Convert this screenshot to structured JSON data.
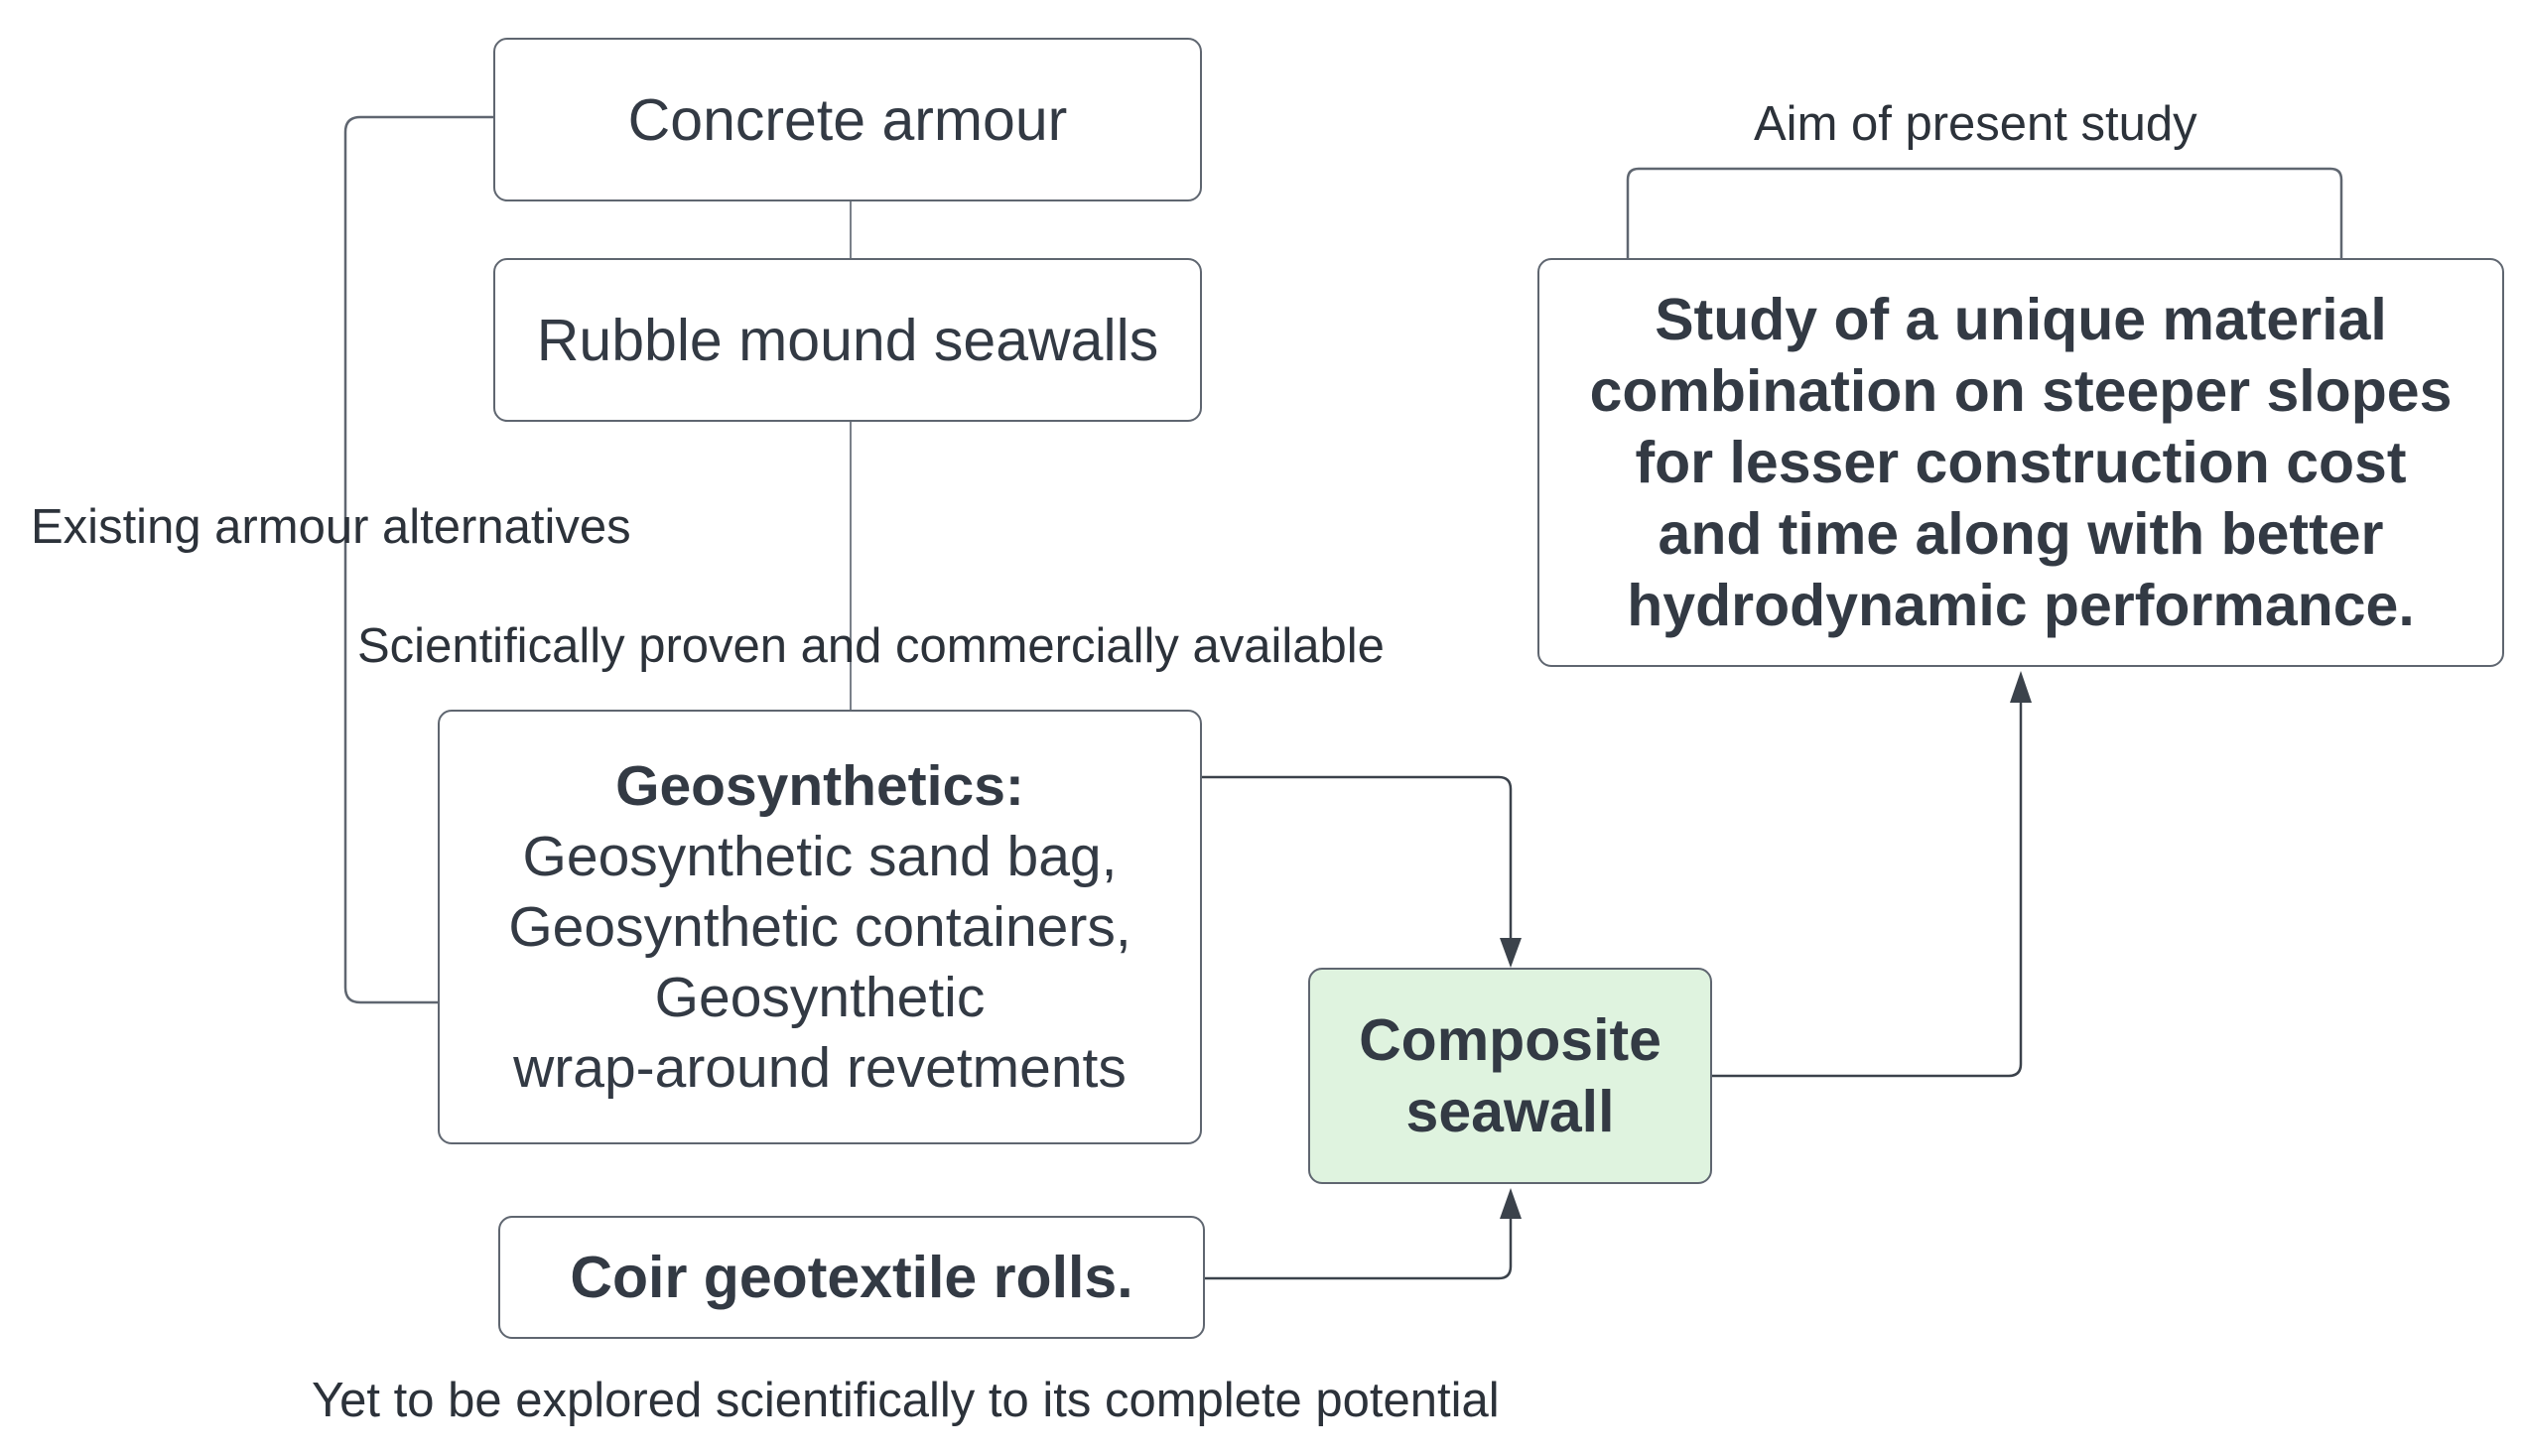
{
  "diagram": {
    "boxes": {
      "concrete_armour": "Concrete armour",
      "rubble_mound": "Rubble mound seawalls",
      "geosynthetics_title": "Geosynthetics:",
      "geosynthetics_items": [
        "Geosynthetic sand bag,",
        "Geosynthetic containers,",
        "Geosynthetic",
        "wrap-around revetments"
      ],
      "coir": "Coir geotextile rolls.",
      "composite": [
        "Composite",
        "seawall"
      ],
      "study": [
        "Study of a unique material",
        "combination on steeper slopes",
        "for lesser construction cost",
        "and time along with better",
        "hydrodynamic performance."
      ]
    },
    "labels": {
      "existing": "Existing armour alternatives",
      "proven": "Scientifically proven and commercially available",
      "aim": "Aim of present study",
      "yet": "Yet to be explored scientifically to its complete potential"
    },
    "colors": {
      "border": "#5f6670",
      "connector": "#3b424b",
      "composite_fill": "#dff3df",
      "text": "#333a44"
    }
  }
}
